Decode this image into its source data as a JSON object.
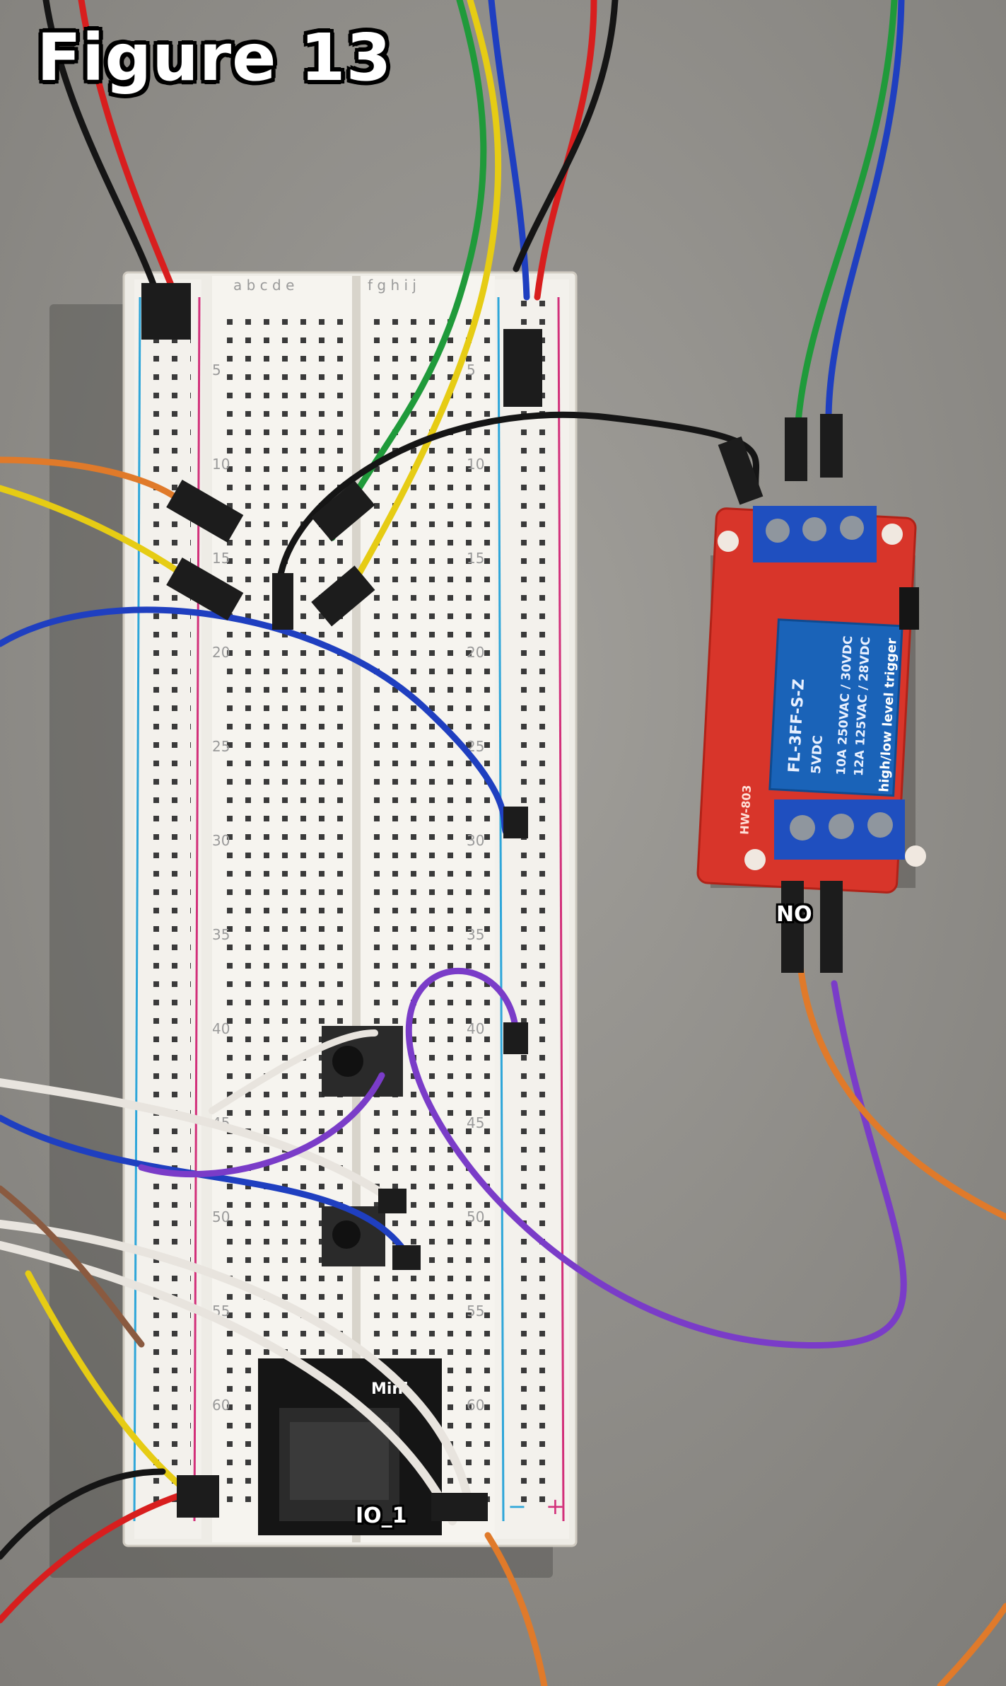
{
  "figure_label": "Figure 13",
  "callouts": {
    "relay_terminal": "NO",
    "player_pin": "IO_1"
  },
  "breadboard": {
    "column_letters_left": "a b c d e",
    "column_letters_right": "f g h i j",
    "row_numbers": [
      "5",
      "10",
      "15",
      "20",
      "25",
      "30",
      "35",
      "40",
      "45",
      "50",
      "55",
      "60"
    ]
  },
  "relay_module": {
    "model": "FL-3FF-S-Z",
    "coil": "5VDC",
    "rating_1": "10A 250VAC / 30VDC",
    "rating_2": "12A 125VAC / 28VDC",
    "board_code": "HW-803",
    "jumper_label": "high/low level trigger"
  },
  "player_module": {
    "silkscreen": "Mini"
  },
  "colors": {
    "background": "#8f8d89",
    "breadboard": "#eeece6",
    "rail_red": "#d2307a",
    "rail_blue": "#2ea6d9",
    "relay_board": "#d8352a",
    "relay_cube": "#1a63b8",
    "terminal_block": "#1f4fbf",
    "wire_red": "#d81e1e",
    "wire_black": "#151515",
    "wire_green": "#1f9a3a",
    "wire_blue": "#1f3fc0",
    "wire_yellow": "#e6cc14",
    "wire_orange": "#e07a2a",
    "wire_purple": "#7a3cc8",
    "wire_white": "#e8e4de",
    "wire_brown": "#8a5a40"
  },
  "icons": [
    "breadboard",
    "relay-module",
    "push-button",
    "mp3-player-module",
    "jumper-wire"
  ]
}
